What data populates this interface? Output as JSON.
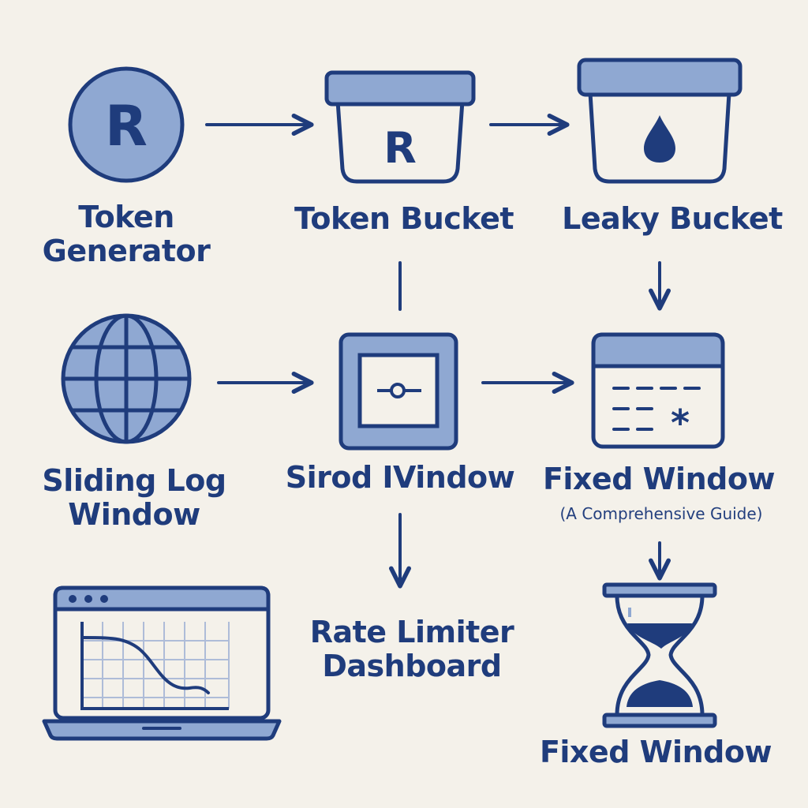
{
  "colors": {
    "background": "#f4f1ea",
    "stroke": "#1f3c7c",
    "fill": "#8fa8d2",
    "light_fill": "#eef1f7"
  },
  "icons": {
    "token_generator": "r-coin-icon",
    "token_bucket": "bucket-with-r-icon",
    "leaky_bucket": "bucket-with-drop-icon",
    "sliding_log": "globe-icon",
    "sliding_window": "window-slider-icon",
    "fixed_window": "calendar-icon",
    "dashboard": "laptop-chart-icon",
    "fixed_window_bottom": "hourglass-icon"
  },
  "glyphs": {
    "coin_letter": "R",
    "bucket_letter": "R",
    "calendar_mark": "*"
  },
  "nodes": {
    "token_generator": {
      "line1": "Token",
      "line2": "Generator"
    },
    "token_bucket": {
      "label": "Token Bucket"
    },
    "leaky_bucket": {
      "label": "Leaky Bucket"
    },
    "sliding_log": {
      "line1": "Sliding Log",
      "line2": "Window"
    },
    "sliding_window": {
      "label": "Sirod IVindow"
    },
    "fixed_window": {
      "label": "Fixed Window",
      "sublabel": "(A Comprehensive Guide)"
    },
    "dashboard": {
      "line1": "Rate Limiter",
      "line2": "Dashboard"
    },
    "fixed_window_bottom": {
      "label": "Fixed Window"
    }
  }
}
